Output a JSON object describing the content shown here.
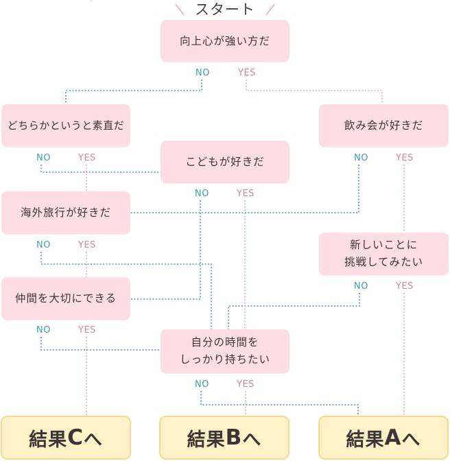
{
  "start": "スタート",
  "labels": {
    "no": "NO",
    "yes": "YES"
  },
  "questions": {
    "q1": "向上心が強い方だ",
    "q2": "どちらかというと素直だ",
    "q3": "飲み会が好きだ",
    "q4": "こどもが好きだ",
    "q5": "海外旅行が好きだ",
    "q6_line1": "新しいことに",
    "q6_line2": "挑戦してみたい",
    "q7": "仲間を大切にできる",
    "q8_line1": "自分の時間を",
    "q8_line2": "しっかり持ちたい"
  },
  "results": {
    "c": {
      "prefix": "結果",
      "letter": "C",
      "suffix": "へ"
    },
    "b": {
      "prefix": "結果",
      "letter": "B",
      "suffix": "へ"
    },
    "a": {
      "prefix": "結果",
      "letter": "A",
      "suffix": "へ"
    }
  },
  "colors": {
    "question_fill": "#fedee3",
    "result_fill": "#fff1c7",
    "result_border": "#f6d98b",
    "no_color": "#3f9fb3",
    "yes_color": "#d9839b",
    "start_accent": "#f2a7b6"
  }
}
